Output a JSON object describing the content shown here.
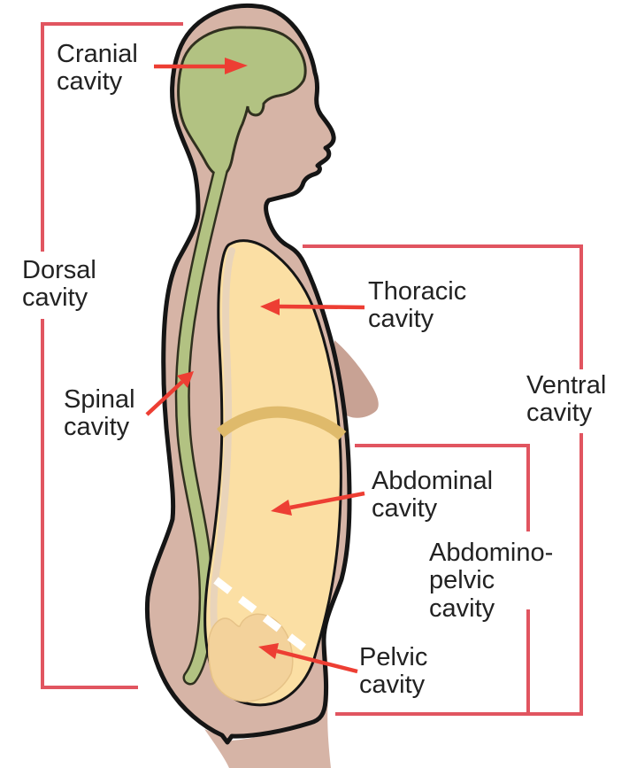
{
  "title": "Human body cavities diagram (sagittal view)",
  "labels": {
    "cranial": {
      "text": "Cranial\ncavity"
    },
    "dorsal": {
      "text": "Dorsal\ncavity"
    },
    "spinal": {
      "text": "Spinal\ncavity"
    },
    "thoracic": {
      "text": "Thoracic\ncavity"
    },
    "ventral": {
      "text": "Ventral\ncavity"
    },
    "abdominal": {
      "text": "Abdominal\ncavity"
    },
    "abdominopelvic": {
      "text": "Abdomino-\npelvic\ncavity"
    },
    "pelvic": {
      "text": "Pelvic\ncavity"
    }
  },
  "colors": {
    "background": "#ffffff",
    "skin": "#d6b4a6",
    "skin_shadow": "#c8a294",
    "cavity_green": "#b2c282",
    "green_edge": "#30301f",
    "cavity_yellow": "#fbdfa4",
    "diaphragm": "#dfba6b",
    "pelvic_organ": "#f3d29b",
    "lining": "#e9d4ba",
    "outline": "#151515",
    "bracket_red": "#e15560",
    "arrow_red": "#ed3e33",
    "dashed_line": "#ffffff",
    "label_text": "#222222"
  }
}
